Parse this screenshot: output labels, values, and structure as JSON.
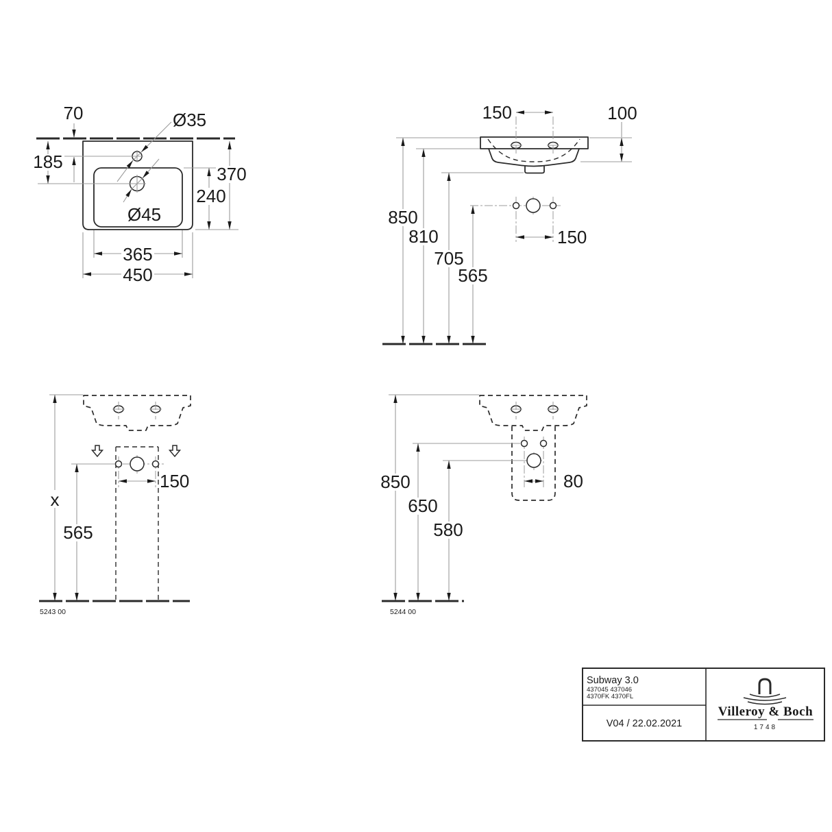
{
  "plan": {
    "d70": "70",
    "d185": "185",
    "dia35": "Ø35",
    "dia45": "Ø45",
    "d370": "370",
    "d240": "240",
    "d365": "365",
    "d450": "450"
  },
  "front": {
    "d150_holes": "150",
    "d100": "100",
    "d850": "850",
    "d810": "810",
    "d705": "705",
    "d565": "565",
    "d150_wall": "150"
  },
  "pedestal": {
    "dx": "x",
    "d565": "565",
    "d150": "150",
    "code": "5243 00"
  },
  "semi": {
    "d850": "850",
    "d650": "650",
    "d580": "580",
    "d80": "80",
    "code": "5244 00"
  },
  "title": {
    "product": "Subway 3.0",
    "codes1": "437045 437046",
    "codes2": "4370FK 4370FL",
    "version": "V04 / 22.02.2021",
    "brand": "Villeroy & Boch",
    "brand_year": "1748"
  },
  "colors": {
    "line": "#2a2a2a",
    "dim_line": "#9b9b9b",
    "background": "#ffffff"
  }
}
